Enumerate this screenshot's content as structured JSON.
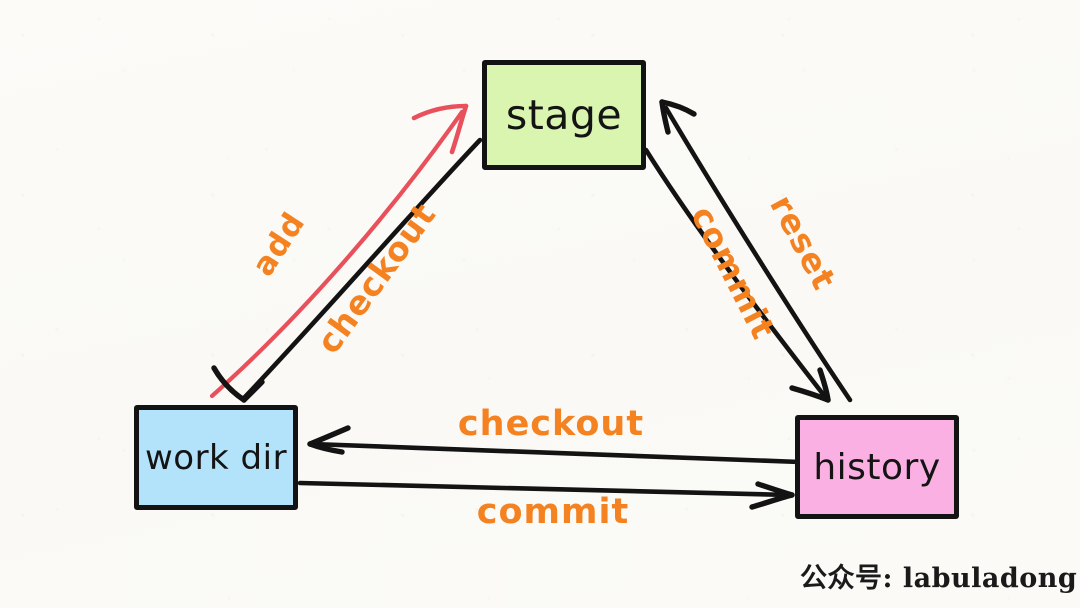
{
  "diagram": {
    "title": "git areas diagram",
    "background_color": "#fbfaf7",
    "nodes": [
      {
        "id": "stage",
        "label": "stage",
        "fill": "#d9f5b0",
        "stroke": "#131313"
      },
      {
        "id": "workdir",
        "label": "work dir",
        "fill": "#b3e3fa",
        "stroke": "#131313"
      },
      {
        "id": "history",
        "label": "history",
        "fill": "#fbb0e4",
        "stroke": "#131313"
      }
    ],
    "edges": [
      {
        "id": "add",
        "label": "add",
        "from": "work dir",
        "to": "stage",
        "color": "#e8505b"
      },
      {
        "id": "checkout-left",
        "label": "checkout",
        "from": "stage",
        "to": "work dir",
        "color": "#131313"
      },
      {
        "id": "reset",
        "label": "reset",
        "from": "history",
        "to": "stage",
        "color": "#131313"
      },
      {
        "id": "commit-right",
        "label": "commit",
        "from": "stage",
        "to": "history",
        "color": "#131313"
      },
      {
        "id": "checkout-bottom",
        "label": "checkout",
        "from": "history",
        "to": "work dir",
        "color": "#131313"
      },
      {
        "id": "commit-bottom",
        "label": "commit",
        "from": "work dir",
        "to": "history",
        "color": "#131313"
      }
    ],
    "label_color": "#f58220",
    "watermark": "公众号: labuladong"
  }
}
